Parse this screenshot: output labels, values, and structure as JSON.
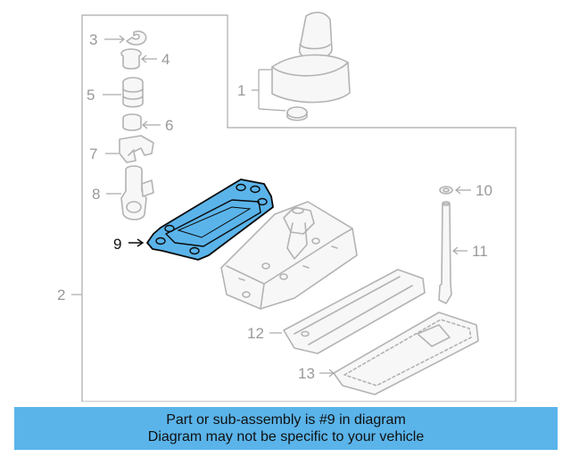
{
  "callouts": {
    "c1": "1",
    "c2": "2",
    "c3": "3",
    "c4": "4",
    "c5": "5",
    "c6": "6",
    "c7": "7",
    "c8": "8",
    "c9": "9",
    "c10": "10",
    "c11": "11",
    "c12": "12",
    "c13": "13"
  },
  "highlight": {
    "part": "9",
    "fill_color": "#5ab4ea",
    "line_color": "#0a0a0a"
  },
  "banner": {
    "line1": "Part or sub-assembly is #9 in diagram",
    "line2": "Diagram may not be specific to your vehicle",
    "color": "#5ab4ea"
  }
}
